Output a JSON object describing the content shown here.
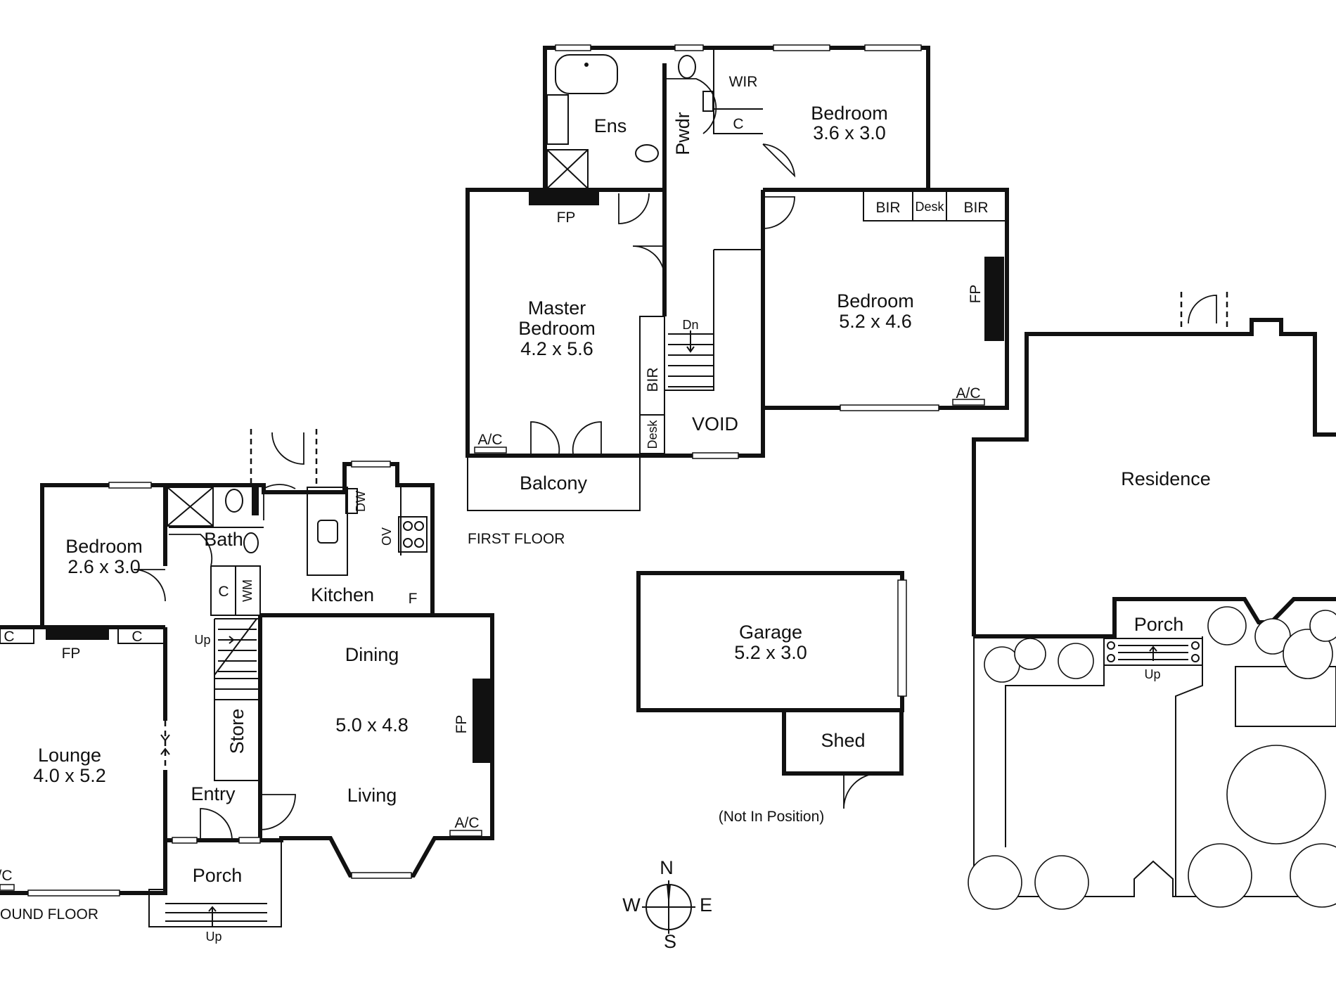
{
  "ground_floor": {
    "label": "OUND FLOOR",
    "rooms": {
      "bedroom": {
        "name": "Bedroom",
        "size": "2.6 x 3.0"
      },
      "bath": "Bath",
      "kitchen": "Kitchen",
      "dining": "Dining",
      "dining_living_size": "5.0 x 4.8",
      "living": "Living",
      "lounge": {
        "name": "Lounge",
        "size": "4.0 x 5.2"
      },
      "entry": "Entry",
      "porch": "Porch",
      "store": "Store"
    },
    "fixtures": {
      "fp_lounge": "FP",
      "fp_living": "FP",
      "c_left": "C",
      "c_right": "C",
      "c_laundry": "C",
      "wm": "WM",
      "dw": "DW",
      "ov": "OV",
      "fridge": "F",
      "ac_living": "A/C",
      "ac_lounge": "/C",
      "stairs_up": "Up",
      "porch_up": "Up"
    }
  },
  "first_floor": {
    "label": "FIRST FLOOR",
    "rooms": {
      "ens": "Ens",
      "pwdr": "Pwdr",
      "wir": "WIR",
      "closet": "C",
      "bedroom_small": {
        "name": "Bedroom",
        "size": "3.6 x 3.0"
      },
      "master": {
        "name_line1": "Master",
        "name_line2": "Bedroom",
        "size": "4.2 x 5.6"
      },
      "bedroom_large": {
        "name": "Bedroom",
        "size": "5.2 x 4.6"
      },
      "balcony": "Balcony",
      "void": "VOID"
    },
    "fixtures": {
      "fp_master": "FP",
      "fp_bedroom": "FP",
      "bir_master": "BIR",
      "bir_left": "BIR",
      "bir_right": "BIR",
      "desk_top": "Desk",
      "desk_master": "Desk",
      "ac_master": "A/C",
      "ac_bedroom": "A/C",
      "stairs_dn": "Dn"
    }
  },
  "outbuildings": {
    "garage": {
      "name": "Garage",
      "size": "5.2 x 3.0"
    },
    "shed": "Shed",
    "note": "(Not In Position)"
  },
  "site": {
    "residence": "Residence",
    "porch": "Porch",
    "up": "Up"
  },
  "compass": {
    "n": "N",
    "s": "S",
    "e": "E",
    "w": "W"
  }
}
